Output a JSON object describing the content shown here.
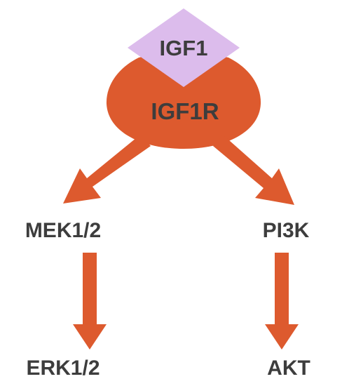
{
  "colors": {
    "receptor": "#dd5a2e",
    "ligand": "#dcbcec",
    "arrow": "#dd5a2e",
    "text": "#3d3d3d",
    "background": "#ffffff"
  },
  "ligand": {
    "label": "IGF1"
  },
  "receptor": {
    "label": "IGF1R"
  },
  "left_branch": {
    "upstream": "MEK1/2",
    "downstream": "ERK1/2"
  },
  "right_branch": {
    "upstream": "PI3K",
    "downstream": "AKT"
  }
}
